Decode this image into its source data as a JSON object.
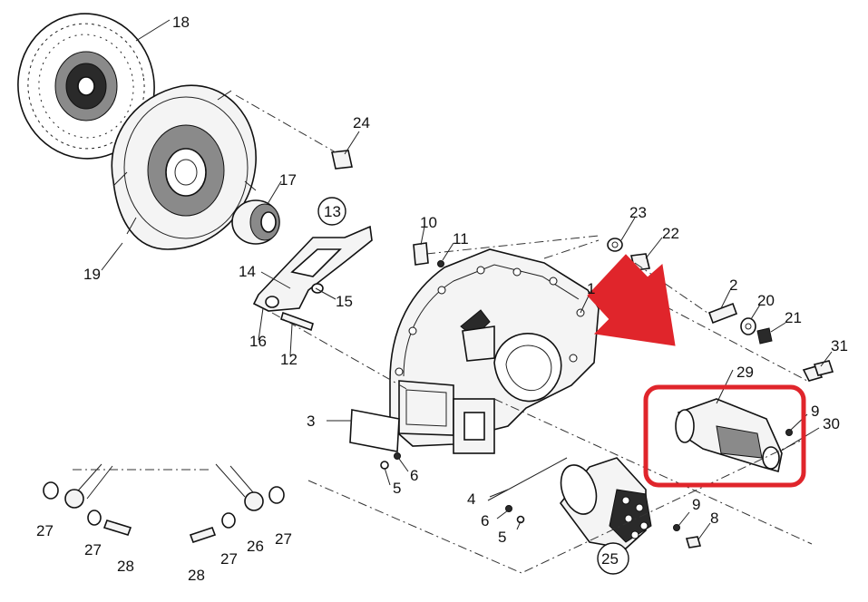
{
  "colors": {
    "highlight": "#e0252b",
    "ink": "#111111",
    "background": "#ffffff"
  },
  "labels": {
    "p1": "1",
    "p2": "2",
    "p3": "3",
    "p4": "4",
    "p5a": "5",
    "p5b": "5",
    "p6a": "6",
    "p6b": "6",
    "p8": "8",
    "p9a": "9",
    "p9b": "9",
    "p10": "10",
    "p11": "11",
    "p12": "12",
    "p13": "13",
    "p14": "14",
    "p15": "15",
    "p16": "16",
    "p17": "17",
    "p18": "18",
    "p19": "19",
    "p20": "20",
    "p21": "21",
    "p22": "22",
    "p23": "23",
    "p24": "24",
    "p25": "25",
    "p26": "26",
    "p27a": "27",
    "p27b": "27",
    "p27c": "27",
    "p27d": "27",
    "p28a": "28",
    "p28b": "28",
    "p29": "29",
    "p30": "30",
    "p31": "31"
  },
  "icons": {
    "arrow": "down-right-arrow-icon",
    "highlight_box": "rounded-rectangle"
  }
}
